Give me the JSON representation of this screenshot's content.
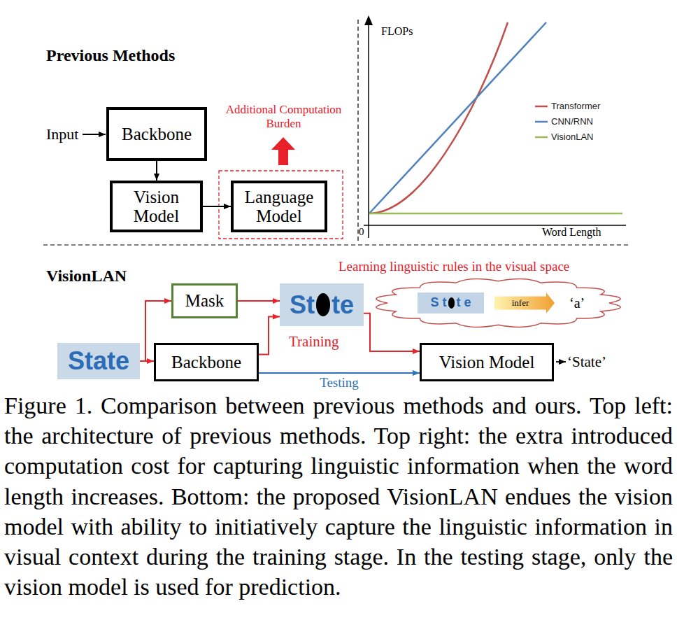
{
  "diagram": {
    "caption": "Figure 1. Comparison between previous methods and ours. Top left: the architecture of previous methods. Top right: the extra introduced computation cost for capturing linguistic information when the word length increases. Bottom: the proposed VisionLAN endues the vision model with ability to initiatively capture the linguistic information in visual context during the training stage. In the testing stage, only the vision model is used for prediction.",
    "nodes": [
      {
        "text": [
          "Backbone"
        ]
      },
      {
        "text": [
          "Vision Model"
        ]
      },
      {
        "text": [
          "Language Model"
        ]
      },
      {
        "text": [
          "Mask"
        ]
      },
      {
        "text": [
          "St",
          "te"
        ]
      },
      {
        "text": [
          "‘a’"
        ]
      },
      {
        "text": [
          "S t",
          "t e"
        ],
        "in": 5
      },
      {
        "text": [
          "infer"
        ],
        "in": 5
      },
      {
        "text": [
          "State"
        ]
      },
      {
        "text": [
          "Backbone"
        ]
      },
      {
        "text": [
          "Vision Model"
        ]
      }
    ],
    "edges": [
      {
        "from": 0,
        "to": 1,
        "arrow": "to"
      },
      {
        "from": 1,
        "to": 2,
        "arrow": "to"
      },
      {
        "from": 8,
        "to": 3,
        "arrow": "to"
      },
      {
        "from": 8,
        "to": 9,
        "arrow": "to"
      },
      {
        "from": 3,
        "to": 4,
        "arrow": "to"
      },
      {
        "from": 9,
        "to": 4,
        "arrow": "to"
      },
      {
        "from": 4,
        "to": 10,
        "arrow": "to"
      },
      {
        "from": 9,
        "to": 10,
        "label": "Testing",
        "arrow": "to"
      }
    ],
    "labels": [
      "Previous Methods",
      "Input",
      "Additional Computation Burden",
      "FLOPs",
      "0",
      "Word Length",
      "VisionLAN",
      "Learning linguistic rules in the visual space",
      "Training",
      "‘State’"
    ],
    "legend": [
      {
        "text": "Transformer"
      },
      {
        "text": "CNN/RNN"
      },
      {
        "text": "VisionLAN"
      }
    ]
  }
}
